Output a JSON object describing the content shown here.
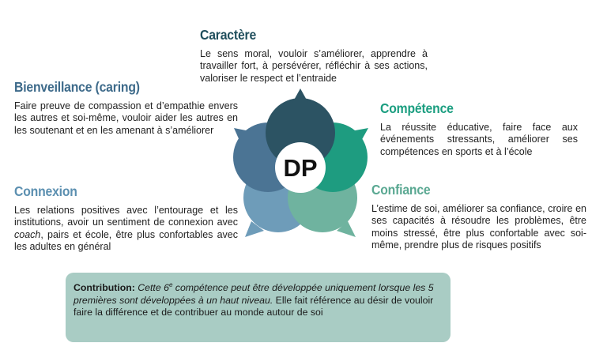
{
  "center_label": "DP",
  "colors": {
    "caractere": "#2c5363",
    "bienveillance": "#4b7494",
    "competence": "#1e9c80",
    "connexion": "#6e9cb9",
    "confiance": "#6fb39f",
    "contribution_box": "#a9ccc4"
  },
  "sections": {
    "caractere": {
      "title": "Caractère",
      "text": "Le sens moral, vouloir s’améliorer, apprendre à travailler fort, à persévérer, réfléchir à ses actions, valoriser le respect et l’entraide"
    },
    "bienveillance": {
      "title": "Bienveillance (caring)",
      "text": "Faire preuve de compassion et d’empathie envers les autres et soi-même, vouloir aider les autres en les soutenant et en les amenant à s’améliorer"
    },
    "competence": {
      "title": "Compétence",
      "text": "La réussite éducative, faire face aux événements stressants, améliorer ses compétences en sports et à l’école"
    },
    "connexion": {
      "title": "Connexion",
      "text_before": "Les relations positives avec l’entourage et les institutions, avoir un sentiment de connexion avec ",
      "text_italic": "coach",
      "text_after": ", pairs et école, être plus confortables avec les adultes en général"
    },
    "confiance": {
      "title": "Confiance",
      "text": "L’estime de soi, améliorer sa confiance, croire en ses capacités à résoudre les problèmes, être moins stressé, être plus confortable avec soi-même, prendre plus de risques positifs"
    }
  },
  "contribution": {
    "label": "Contribution:",
    "italic_pre": " Cette 6",
    "superscript": "e",
    "italic_post": " compétence peut être développée uniquement lorsque les 5 premières sont développées à un haut niveau.",
    "normal": " Elle fait référence au désir de vouloir faire la différence et de contribuer au monde autour de soi"
  }
}
